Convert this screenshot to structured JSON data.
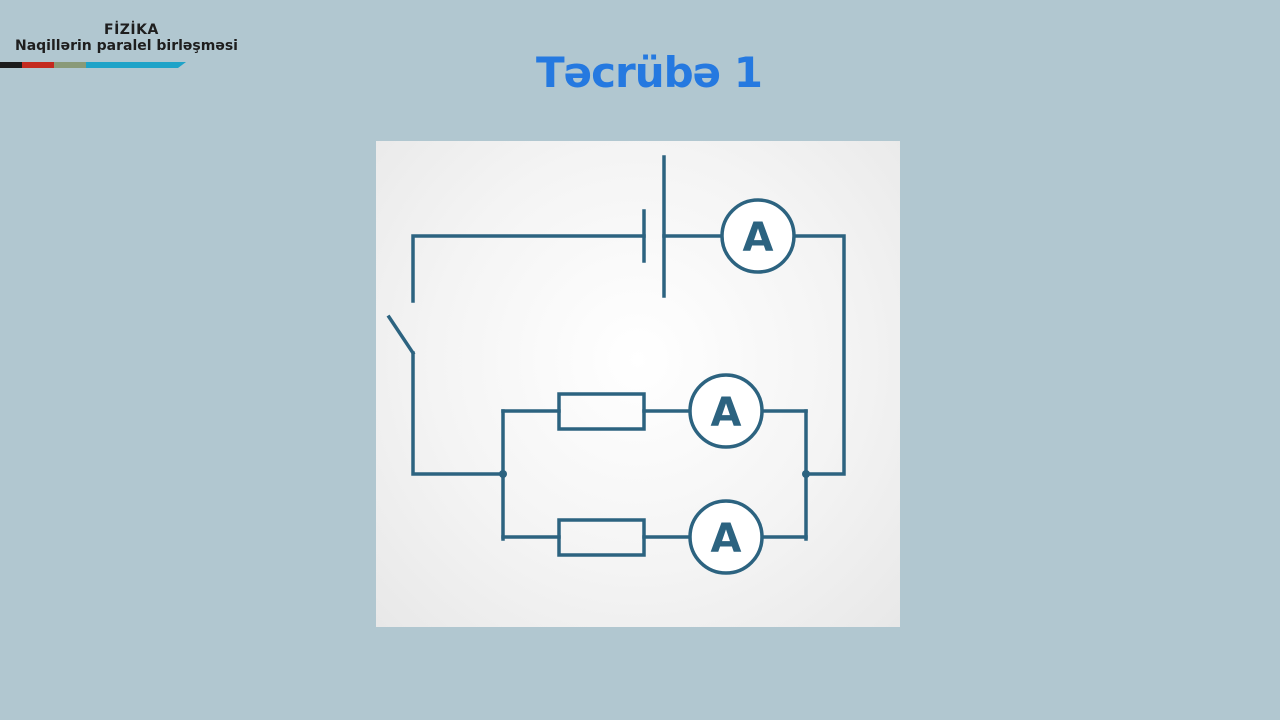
{
  "header": {
    "subject": "FİZİKA",
    "topic": "Naqillərin paralel birləşməsi",
    "bar_colors": [
      "#1c1c1c",
      "#c42a1f",
      "#8a9a78",
      "#1fa3c8"
    ]
  },
  "title": "Təcrübə 1",
  "diagram": {
    "ammeter_symbol": "A",
    "wire_color": "#2c6380",
    "components": [
      "battery",
      "switch",
      "ammeter-main",
      "resistor-1",
      "ammeter-1",
      "resistor-2",
      "ammeter-2"
    ]
  }
}
